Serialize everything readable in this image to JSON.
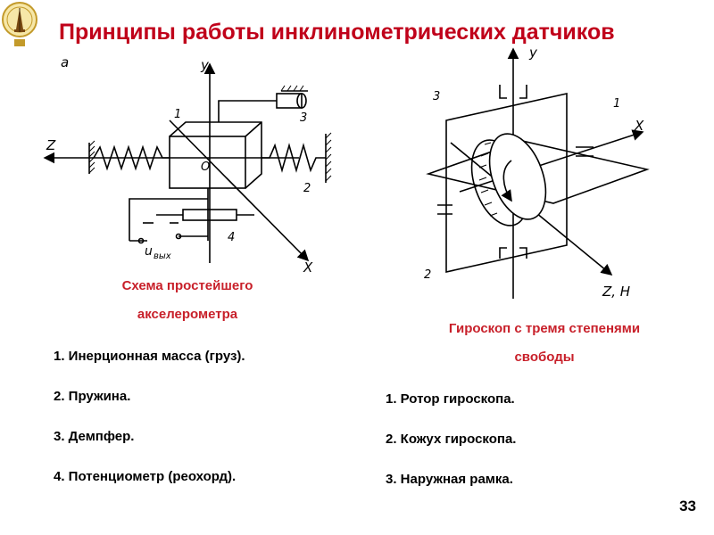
{
  "slide": {
    "title": "Принципы работы инклинометрических датчиков",
    "page_number": "33"
  },
  "accelerometer": {
    "caption_line1": "Схема простейшего",
    "caption_line2": "акселерометра",
    "figure_letter": "а",
    "labels": {
      "axis_y": "y",
      "axis_z": "Z",
      "axis_x": "X",
      "origin": "O",
      "n1": "1",
      "n2": "2",
      "n3": "3",
      "n4": "4",
      "output": "u",
      "output_sub": "вых"
    },
    "items": [
      "1. Инерционная масса (груз).",
      "2. Пружина.",
      "3. Демпфер.",
      "4. Потенциометр (реохорд)."
    ]
  },
  "gyroscope": {
    "caption_line1": "Гироскоп с тремя степенями",
    "caption_line2": "свободы",
    "labels": {
      "axis_y": "y",
      "axis_x": "X",
      "axis_zh": "Z, H",
      "n1": "1",
      "n2": "2",
      "n3": "3"
    },
    "items": [
      "1. Ротор гироскопа.",
      "2. Кожух гироскопа.",
      "3. Наружная рамка."
    ]
  }
}
